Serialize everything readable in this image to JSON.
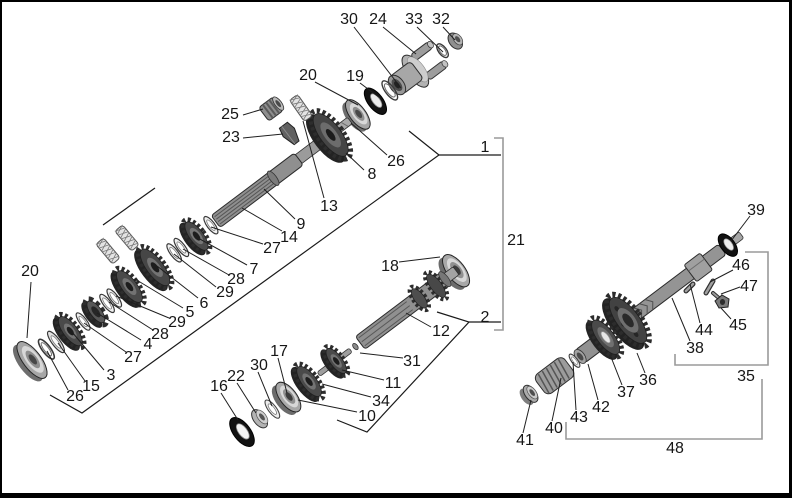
{
  "figure": {
    "palette": {
      "background": "#ffffff",
      "frame": "#000000",
      "ink": "#161616",
      "bracket_gray": "#9a9a9a",
      "gear_dark": "#2d2d2d",
      "gear_face": "#4a4a4a",
      "bearing_gray": "#a6a6a6",
      "seal_black": "#121212",
      "washer_white": "#f0f0f0",
      "shaft_gray": "#929292"
    }
  },
  "callouts": {
    "c1": "1",
    "c2": "2",
    "c3": "3",
    "c4": "4",
    "c5": "5",
    "c6": "6",
    "c7": "7",
    "c8": "8",
    "c9": "9",
    "c10": "10",
    "c11": "11",
    "c12": "12",
    "c13": "13",
    "c14": "14",
    "c15": "15",
    "c16": "16",
    "c17": "17",
    "c18": "18",
    "c19": "19",
    "c20a": "20",
    "c20b": "20",
    "c21": "21",
    "c22": "22",
    "c23": "23",
    "c24": "24",
    "c25": "25",
    "c26a": "26",
    "c26b": "26",
    "c27a": "27",
    "c27b": "27",
    "c28a": "28",
    "c28b": "28",
    "c29a": "29",
    "c29b": "29",
    "c30a": "30",
    "c30b": "30",
    "c31": "31",
    "c32": "32",
    "c33": "33",
    "c34": "34",
    "c35": "35",
    "c36": "36",
    "c37": "37",
    "c38": "38",
    "c39": "39",
    "c40": "40",
    "c41": "41",
    "c42": "42",
    "c43": "43",
    "c44": "44",
    "c45": "45",
    "c46": "46",
    "c47": "47",
    "c48": "48"
  }
}
